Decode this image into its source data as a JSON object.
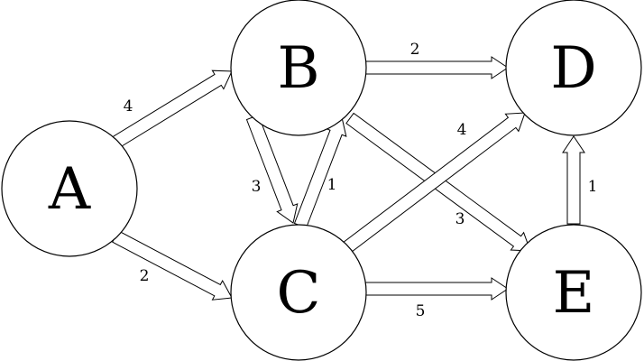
{
  "colors": {
    "stroke": "#000000",
    "fill": "#ffffff",
    "background": "#ffffff"
  },
  "nodes": [
    {
      "id": "A",
      "label": "A"
    },
    {
      "id": "B",
      "label": "B"
    },
    {
      "id": "C",
      "label": "C"
    },
    {
      "id": "D",
      "label": "D"
    },
    {
      "id": "E",
      "label": "E"
    }
  ],
  "edges": [
    {
      "from": "A",
      "to": "B",
      "weight": "4"
    },
    {
      "from": "A",
      "to": "C",
      "weight": "2"
    },
    {
      "from": "B",
      "to": "D",
      "weight": "2"
    },
    {
      "from": "B",
      "to": "C",
      "weight": "3"
    },
    {
      "from": "C",
      "to": "B",
      "weight": "1"
    },
    {
      "from": "B",
      "to": "E",
      "weight": "3"
    },
    {
      "from": "C",
      "to": "D",
      "weight": "4"
    },
    {
      "from": "C",
      "to": "E",
      "weight": "5"
    },
    {
      "from": "E",
      "to": "D",
      "weight": "1"
    }
  ]
}
